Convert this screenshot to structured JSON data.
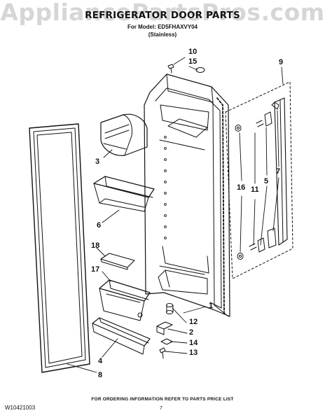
{
  "watermark": "AppliancePartsPros.com",
  "header": {
    "title": "REFRIGERATOR DOOR PARTS",
    "model_line": "For Model: ED5FHAXVY04",
    "finish_line": "(Stainless)"
  },
  "callouts": {
    "c10": "10",
    "c15": "15",
    "c9": "9",
    "c3": "3",
    "c6": "6",
    "c18": "18",
    "c17": "17",
    "c16": "16",
    "c11": "11",
    "c5": "5",
    "c7": "7",
    "c1": "1",
    "c12": "12",
    "c2": "2",
    "c14": "14",
    "c13": "13",
    "c4": "4",
    "c8": "8"
  },
  "footer": {
    "note": "FOR ORDERING INFORMATION REFER TO PARTS PRICE LIST",
    "doc_id": "W10421003",
    "page_no": "7"
  },
  "colors": {
    "line": "#111111",
    "watermark": "#d6d6d6"
  }
}
